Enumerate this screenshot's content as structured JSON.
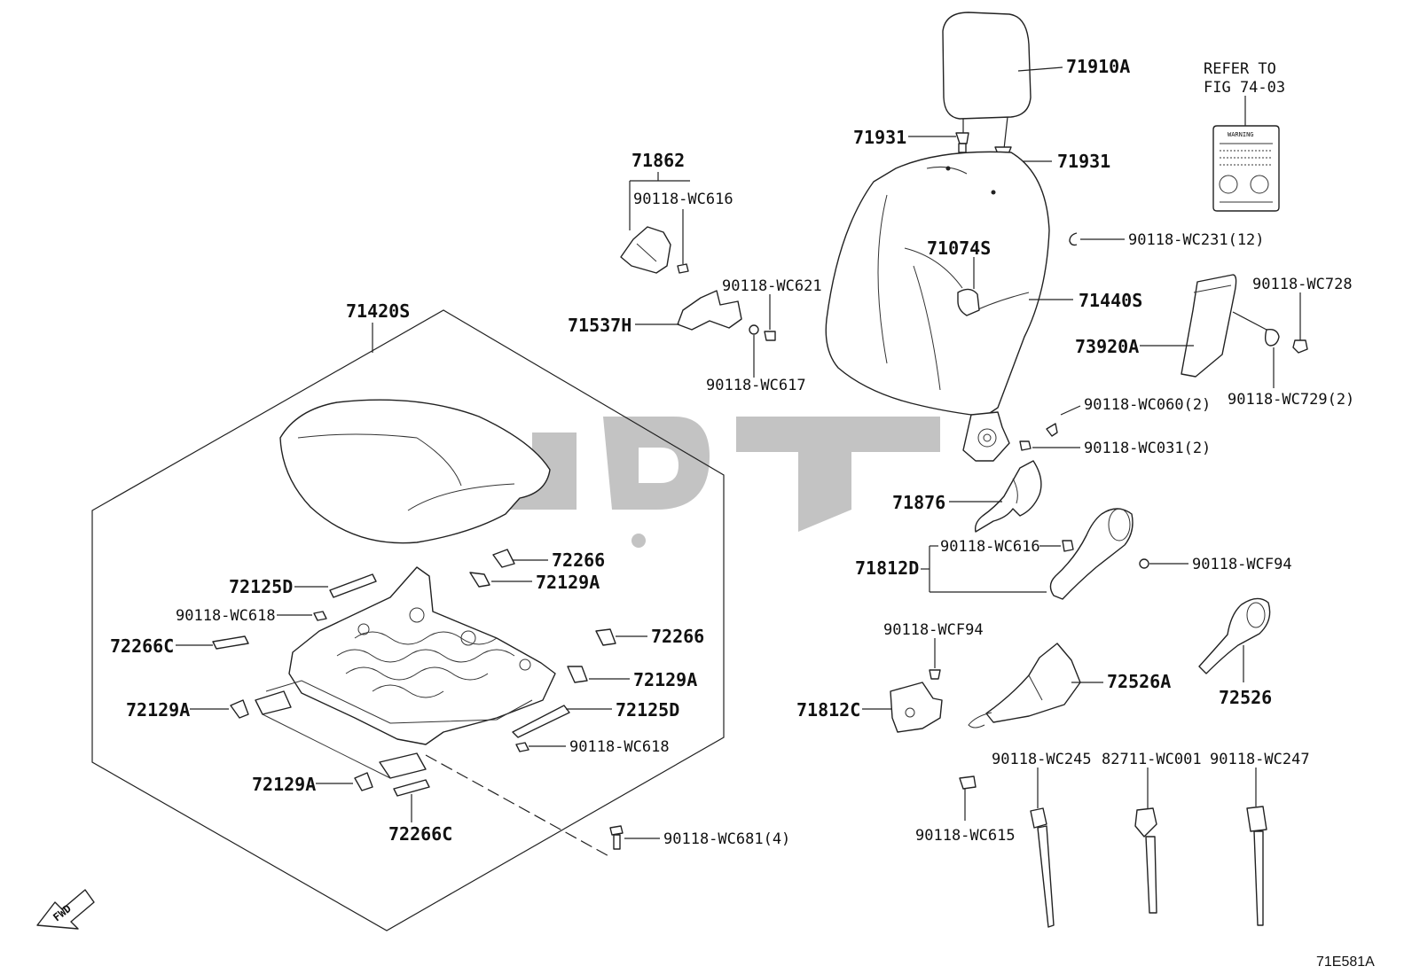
{
  "diagram_code": "71E581A",
  "direction_label": "FWD",
  "refer_note": [
    "REFER TO",
    "FIG 74-03"
  ],
  "warning_label_text": "WARNING",
  "parts": {
    "headrest": "71910A",
    "headrest_guide_left": "71931",
    "headrest_guide_right": "71931",
    "refer_bolt_wc231": "90118-WC231(12)",
    "back_frame": "71440S",
    "back_pad": "71074S",
    "side_airbag_cover": "73920A",
    "bolt_wc728": "90118-WC728",
    "nut_wc729": "90118-WC729(2)",
    "screw_wc060": "90118-WC060(2)",
    "screw_wc031": "90118-WC031(2)",
    "hinge_cover": "71876",
    "recliner_cover": "71812D",
    "clip_wc616_b": "90118-WC616",
    "screw_wcf94_a": "90118-WCF94",
    "knob_72526": "72526",
    "cover_72526a": "72526A",
    "screw_wcf94_b": "90118-WCF94",
    "cover_71812c": "71812C",
    "tie_wc245": "90118-WC245",
    "tie_82711": "82711-WC001",
    "tie_wc247": "90118-WC247",
    "clip_wc615": "90118-WC615",
    "shield_71862": "71862",
    "clip_wc616_a": "90118-WC616",
    "bracket_71537h": "71537H",
    "screw_wc621": "90118-WC621",
    "screw_wc617": "90118-WC617",
    "cushion_assy": "71420S",
    "clip_72266_a": "72266",
    "clip_72129a_a": "72129A",
    "rail_72125d_a": "72125D",
    "clip_wc618_a": "90118-WC618",
    "pad_72266c_a": "72266C",
    "clip_72266_b": "72266",
    "clip_72129a_b": "72129A",
    "clip_72129a_c": "72129A",
    "rail_72125d_b": "72125D",
    "clip_wc618_b": "90118-WC618",
    "clip_72129a_d": "72129A",
    "pad_72266c_b": "72266C",
    "bolt_wc681": "90118-WC681(4)"
  }
}
